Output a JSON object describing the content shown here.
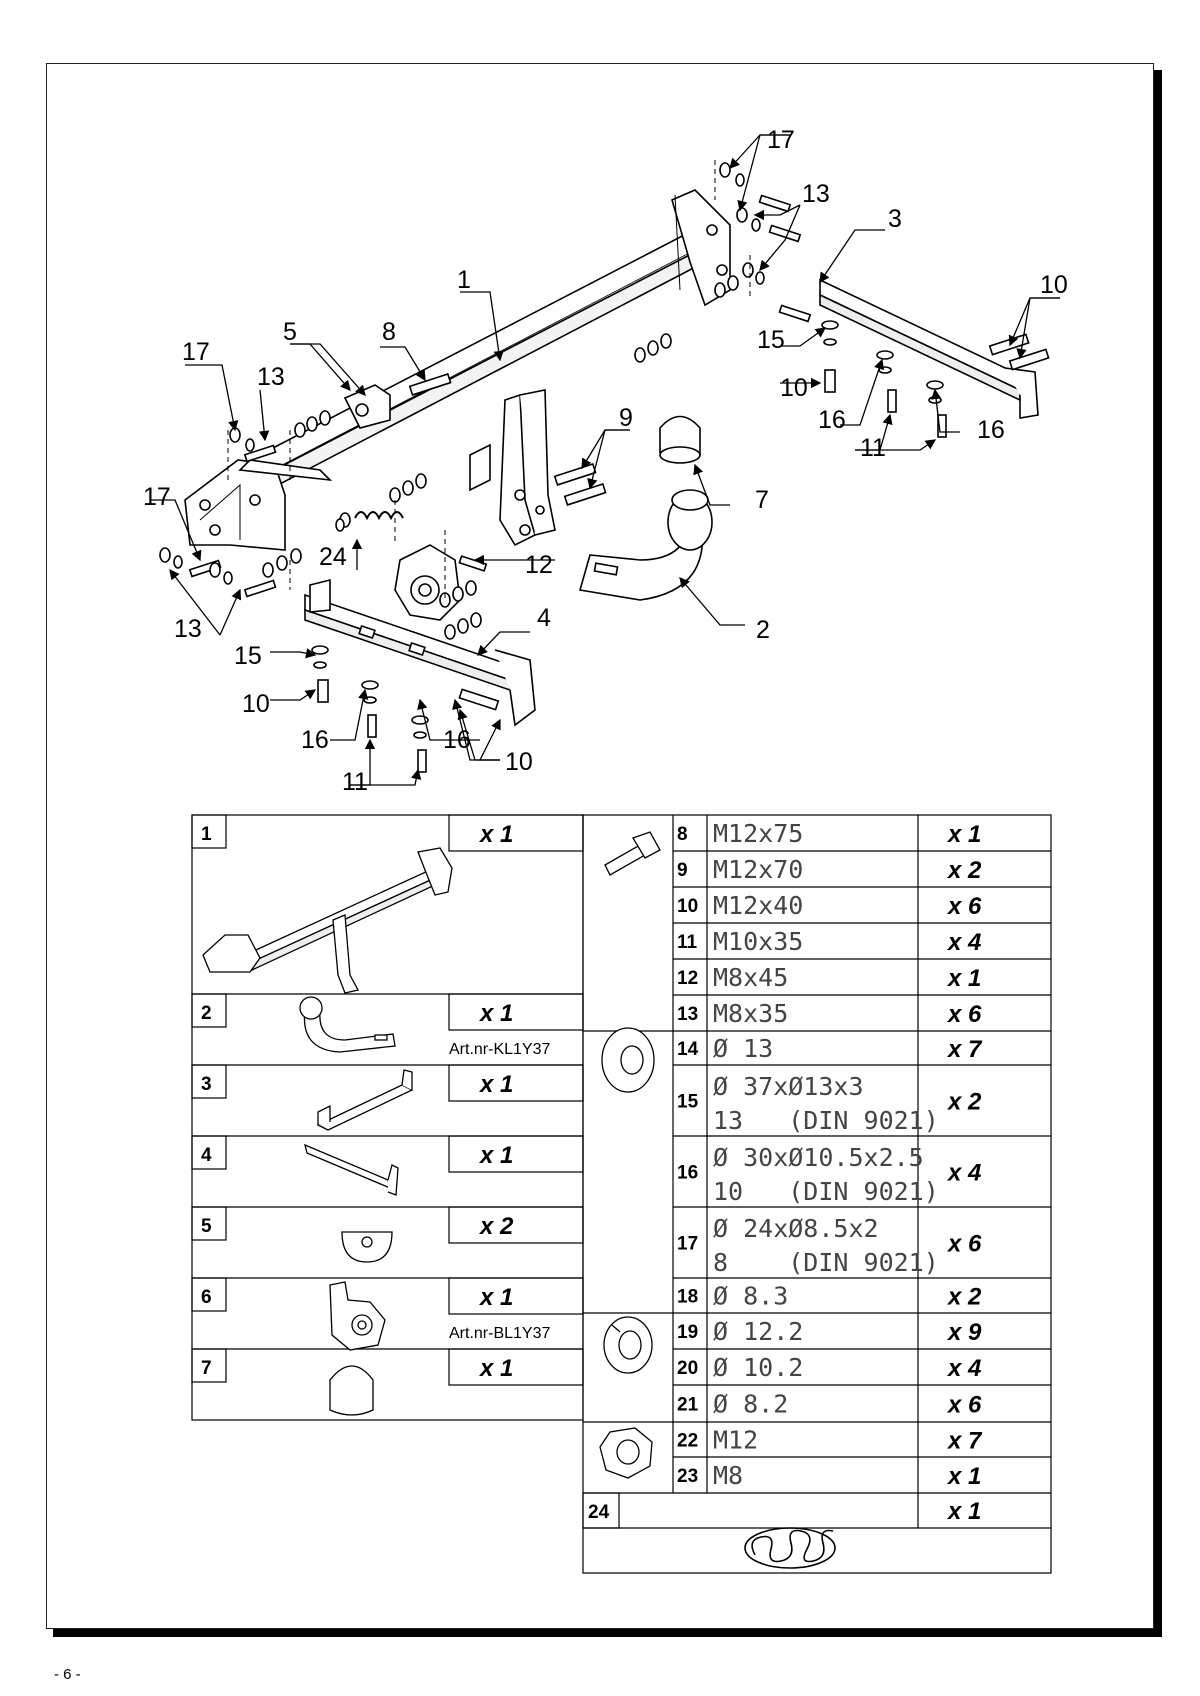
{
  "page_number": "- 6 -",
  "callouts": [
    "1",
    "2",
    "3",
    "4",
    "5",
    "7",
    "8",
    "9",
    "10",
    "10",
    "10",
    "10",
    "11",
    "11",
    "12",
    "13",
    "13",
    "13",
    "15",
    "15",
    "16",
    "16",
    "16",
    "16",
    "17",
    "17",
    "17",
    "24"
  ],
  "parts_left": [
    {
      "num": "1",
      "qty": "x 1",
      "icon": "towbar-crossbeam-icon"
    },
    {
      "num": "2",
      "qty": "x 1",
      "art": "Art.nr-KL1Y37",
      "icon": "towball-neck-icon"
    },
    {
      "num": "3",
      "qty": "x 1",
      "icon": "bracket-right-icon"
    },
    {
      "num": "4",
      "qty": "x 1",
      "icon": "bracket-left-icon"
    },
    {
      "num": "5",
      "qty": "x 2",
      "icon": "spacer-plate-icon"
    },
    {
      "num": "6",
      "qty": "x 1",
      "art": "Art.nr-BL1Y37",
      "icon": "socket-plate-icon"
    },
    {
      "num": "7",
      "qty": "x 1",
      "icon": "ball-cover-icon"
    }
  ],
  "parts_right": [
    {
      "num": "8",
      "spec": "M12x75",
      "qty": "x 1"
    },
    {
      "num": "9",
      "spec": "M12x70",
      "qty": "x 2"
    },
    {
      "num": "10",
      "spec": "M12x40",
      "qty": "x 6"
    },
    {
      "num": "11",
      "spec": "M10x35",
      "qty": "x 4"
    },
    {
      "num": "12",
      "spec": "M8x45",
      "qty": "x 1"
    },
    {
      "num": "13",
      "spec": "M8x35",
      "qty": "x 6"
    },
    {
      "num": "14",
      "spec": "Ø 13",
      "qty": "x 7"
    },
    {
      "num": "15",
      "spec": "Ø 37xØ13x3",
      "spec2": "13   (DIN 9021)",
      "qty": "x 2"
    },
    {
      "num": "16",
      "spec": "Ø 30xØ10.5x2.5",
      "spec2": "10   (DIN 9021)",
      "qty": "x 4"
    },
    {
      "num": "17",
      "spec": "Ø 24xØ8.5x2",
      "spec2": "8    (DIN 9021)",
      "qty": "x 6"
    },
    {
      "num": "18",
      "spec": "Ø 8.3",
      "qty": "x 2"
    },
    {
      "num": "19",
      "spec": "Ø 12.2",
      "qty": "x 9"
    },
    {
      "num": "20",
      "spec": "Ø 10.2",
      "qty": "x 4"
    },
    {
      "num": "21",
      "spec": "Ø 8.2",
      "qty": "x 6"
    },
    {
      "num": "22",
      "spec": "M12",
      "qty": "x 7"
    },
    {
      "num": "23",
      "spec": "M8",
      "qty": "x 1"
    },
    {
      "num": "24",
      "qty": "x 1",
      "icon": "spring-icon"
    }
  ],
  "group_icons": [
    "bolt-icon",
    "flat-washer-icon",
    "spring-washer-icon",
    "hex-nut-icon"
  ]
}
